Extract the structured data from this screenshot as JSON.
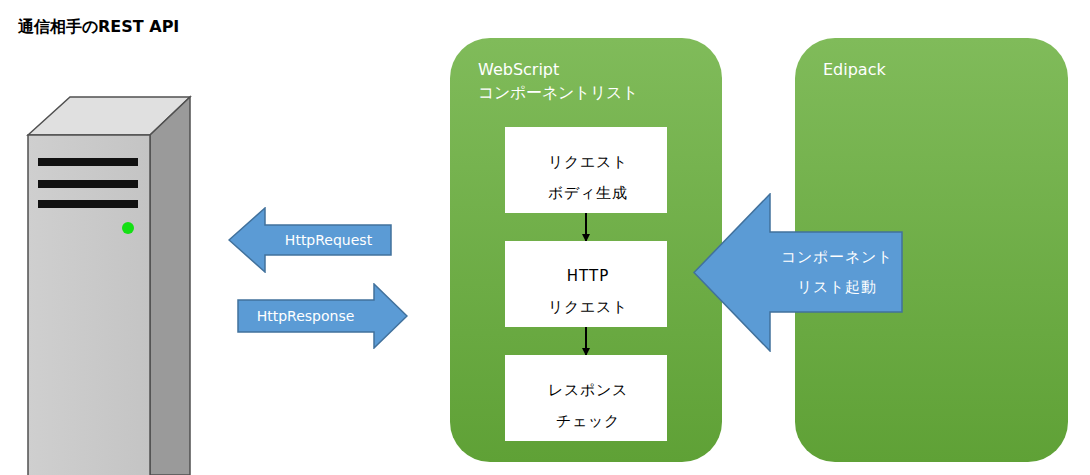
{
  "diagram": {
    "title": "通信相手のREST API",
    "nodes": [
      {
        "text": [
          "HttpRequest"
        ]
      },
      {
        "text": [
          "HttpResponse"
        ]
      },
      {
        "text": [
          "WebScript コンポーネントリスト"
        ]
      },
      {
        "text": [
          "リクエスト ボディ生成"
        ],
        "in": 2
      },
      {
        "text": [
          "HTTP リクエスト"
        ],
        "in": 2
      },
      {
        "text": [
          "レスポンス チェック"
        ],
        "in": 2
      },
      {
        "text": [
          "Edipack"
        ]
      },
      {
        "text": [
          "コンポーネント リスト起動"
        ]
      }
    ],
    "edges": [
      {
        "from": 3,
        "to": 4,
        "arrow": "to"
      },
      {
        "from": 4,
        "to": 5,
        "arrow": "to"
      }
    ]
  }
}
